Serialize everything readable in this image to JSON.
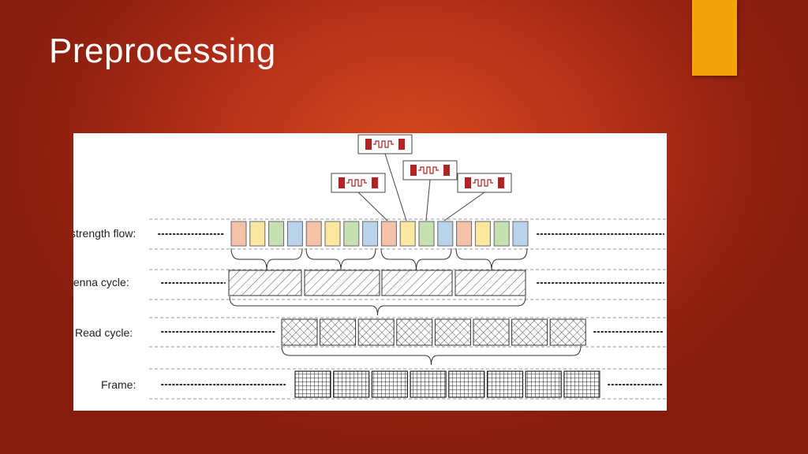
{
  "slide": {
    "title": "Preprocessing",
    "accent_color": "#f3a30b"
  },
  "diagram": {
    "row_labels": {
      "signal_strength_flow": "strength flow:",
      "antenna_cycle": "tenna cycle:",
      "read_cycle": "Read cycle:",
      "frame": "Frame:"
    },
    "tag_colors": [
      "#f4c2a8",
      "#fbe7a0",
      "#c7e0b2",
      "#b9d3ea"
    ],
    "tag_count": 16,
    "antenna_cycle_count": 4,
    "read_cycle_count": 8,
    "frame_count": 8,
    "rfid_tag_icon_count": 4
  }
}
